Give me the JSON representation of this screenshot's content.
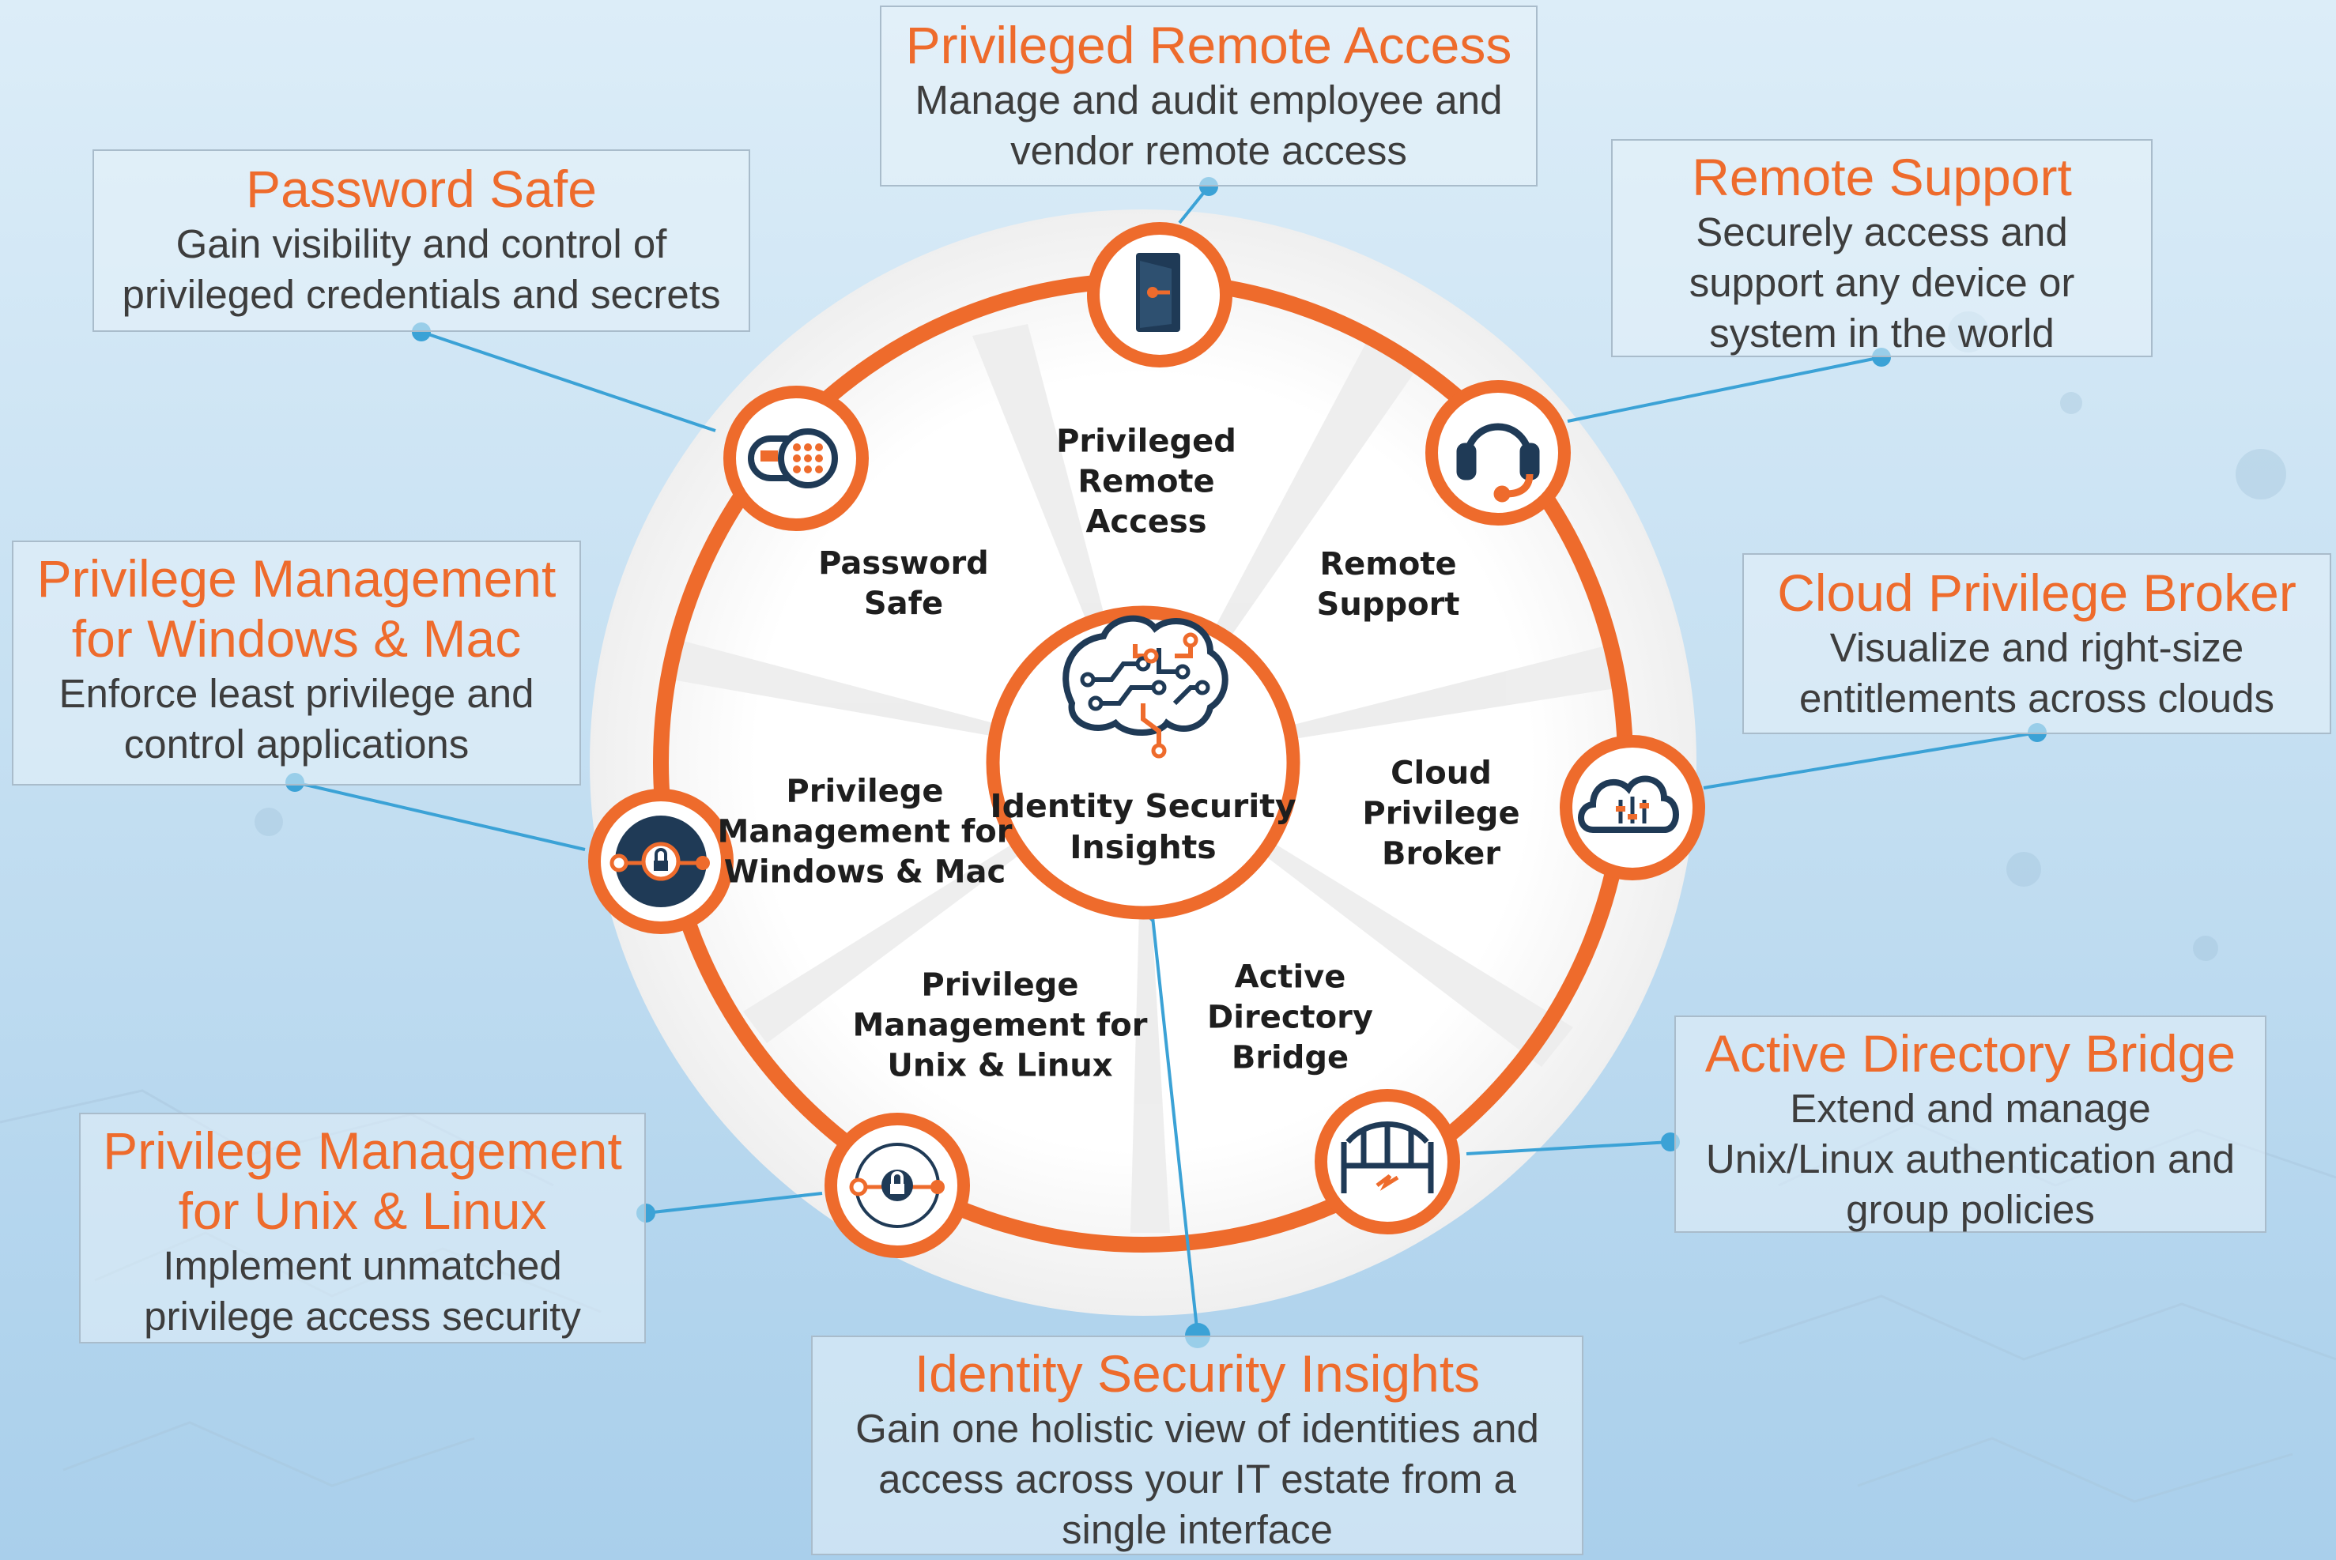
{
  "center": {
    "label": "Identity Security\nInsights"
  },
  "segments": [
    {
      "id": "pra",
      "label": "Privileged\nRemote\nAccess"
    },
    {
      "id": "rs",
      "label": "Remote\nSupport"
    },
    {
      "id": "cpb",
      "label": "Cloud\nPrivilege\nBroker"
    },
    {
      "id": "adb",
      "label": "Active\nDirectory\nBridge"
    },
    {
      "id": "pmul",
      "label": "Privilege\nManagement for\nUnix & Linux"
    },
    {
      "id": "pmwm",
      "label": "Privilege\nManagement for\nWindows & Mac"
    },
    {
      "id": "ps",
      "label": "Password\nSafe"
    }
  ],
  "callouts": {
    "pra": {
      "title": "Privileged Remote Access",
      "desc": "Manage and audit employee and\nvendor remote access"
    },
    "ps": {
      "title": "Password Safe",
      "desc": "Gain visibility and control of\nprivileged credentials and secrets"
    },
    "rs": {
      "title": "Remote Support",
      "desc": "Securely access and\nsupport any device or\nsystem in the world"
    },
    "pmwm": {
      "title": "Privilege Management\nfor Windows & Mac",
      "desc": "Enforce least privilege and\ncontrol applications"
    },
    "cpb": {
      "title": "Cloud Privilege Broker",
      "desc": "Visualize and right-size\nentitlements across clouds"
    },
    "adb": {
      "title": "Active Directory Bridge",
      "desc": "Extend and manage\nUnix/Linux authentication and\ngroup policies"
    },
    "pmul": {
      "title": "Privilege Management\nfor Unix & Linux",
      "desc": "Implement unmatched\nprivilege access security"
    },
    "isi": {
      "title": "Identity Security Insights",
      "desc": "Gain one holistic view of identities and\naccess across your IT estate from a\nsingle interface"
    }
  },
  "icons": [
    "door-key-icon",
    "headset-icon",
    "cloud-sliders-icon",
    "bridge-icon",
    "lock-nodes-icon",
    "lock-nodes-icon",
    "keypad-safe-icon",
    "brain-circuit-icon"
  ],
  "colors": {
    "accent": "#ee6b2c",
    "connector": "#3ba2d6",
    "dark": "#1f3a56",
    "callout_border": "#a9bccb"
  }
}
